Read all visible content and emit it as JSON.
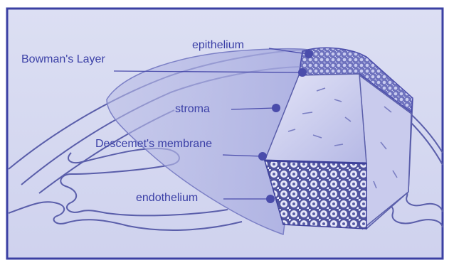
{
  "labels": {
    "epithelium": "epithelium",
    "bowmans_layer": "Bowman's Layer",
    "stroma": "stroma",
    "descemets_membrane": "Descemet's membrane",
    "endothelium": "endothelium"
  },
  "colors": {
    "background": "#d6d9f0",
    "frame": "#3b40a3",
    "label_text": "#3a3fa6",
    "pointer_dot": "#4a4cab",
    "tissue_fill": "#9fa3d9",
    "block_face": "#c3c5ea"
  }
}
